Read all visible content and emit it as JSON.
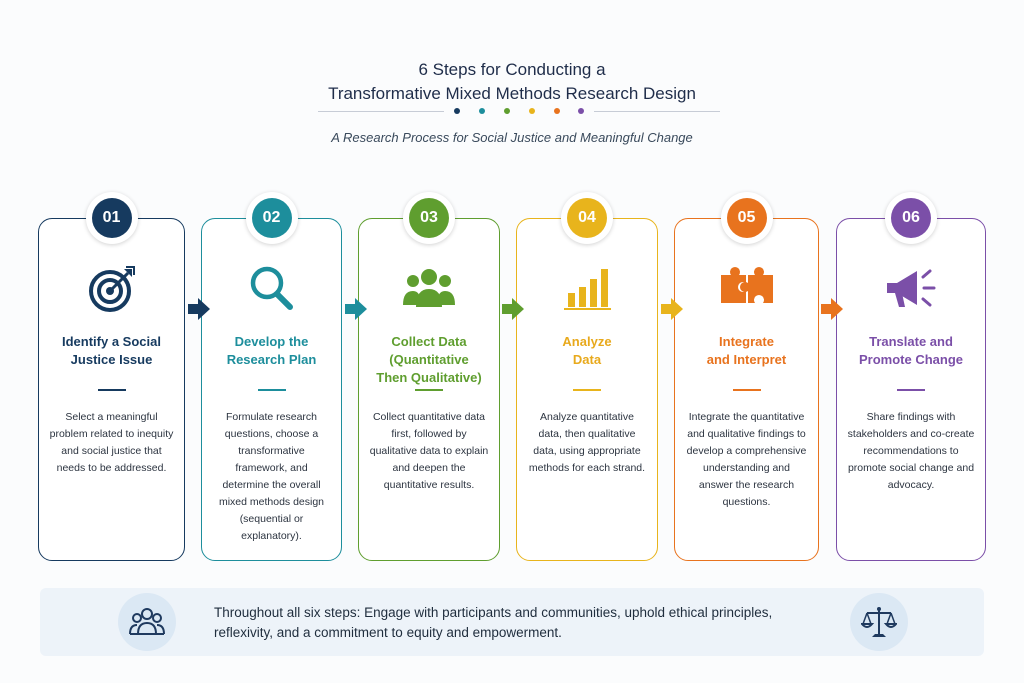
{
  "header": {
    "title_line1": "6 Steps for Conducting a",
    "title_line2": "Transformative Mixed Methods Research Design",
    "subtitle": "A Research Process for Social Justice and Meaningful Change"
  },
  "colors": {
    "step1": "#163a5f",
    "step2": "#1d8e9c",
    "step3": "#5f9e2f",
    "step4": "#e8b41c",
    "step5": "#e8731e",
    "step6": "#7b4fa8"
  },
  "steps": [
    {
      "number": "01",
      "icon": "target-icon",
      "title": "Identify a Social\nJustice Issue",
      "description": "Select a meaningful problem related to inequity and social justice that needs to be addressed."
    },
    {
      "number": "02",
      "icon": "magnifier-icon",
      "title": "Develop the\nResearch Plan",
      "description": "Formulate research questions, choose a transformative framework, and determine the overall mixed methods design (sequential or explanatory)."
    },
    {
      "number": "03",
      "icon": "people-group-icon",
      "title": "Collect Data\n(Quantitative\nThen Qualitative)",
      "description": "Collect quantitative data first, followed by qualitative data to explain and deepen the quantitative results."
    },
    {
      "number": "04",
      "icon": "bar-chart-icon",
      "title": "Analyze\nData",
      "description": "Analyze quantitative data, then qualitative data, using appropriate methods for each strand."
    },
    {
      "number": "05",
      "icon": "puzzle-icon",
      "title": "Integrate\nand Interpret",
      "description": "Integrate the quantitative and qualitative findings to develop a comprehensive understanding and answer the research questions."
    },
    {
      "number": "06",
      "icon": "megaphone-icon",
      "title": "Translate and\nPromote Change",
      "description": "Share findings with stakeholders and co-create recommendations to promote social change and advocacy."
    }
  ],
  "footer": {
    "left_icon": "community-icon",
    "right_icon": "scales-of-justice-icon",
    "text": "Throughout all six steps: Engage with participants and communities, uphold ethical principles, reflexivity, and a commitment to equity and empowerment."
  }
}
